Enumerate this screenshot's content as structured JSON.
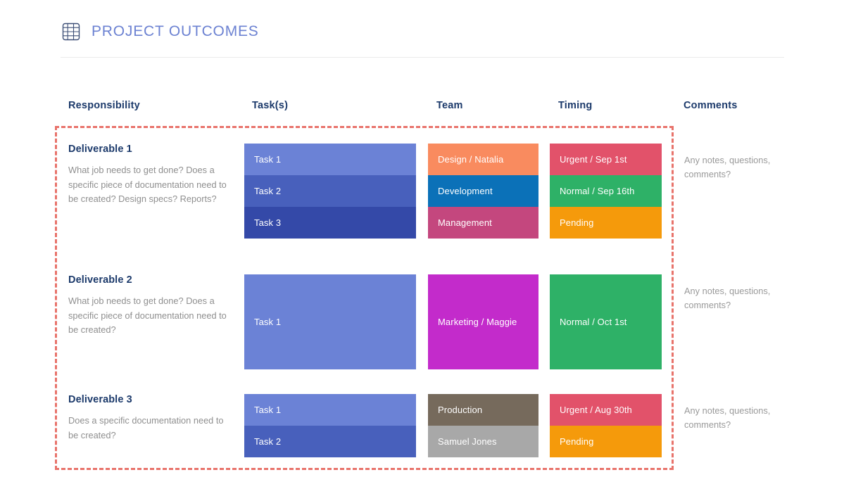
{
  "header": {
    "icon": "table-grid-icon",
    "title": "PROJECT OUTCOMES",
    "title_color": "#6c82d2"
  },
  "columns": {
    "responsibility": "Responsibility",
    "tasks": "Task(s)",
    "team": "Team",
    "timing": "Timing",
    "comments": "Comments"
  },
  "accent": {
    "dashed_border": "#e8736b",
    "header_text": "#1c3a6b",
    "body_text": "#8f8f8f"
  },
  "rows": [
    {
      "responsibility": {
        "title": "Deliverable 1",
        "description": "What job needs to get done? Does a specific piece of documentation need to be created? Design specs? Reports?"
      },
      "tasks": [
        {
          "label": "Task 1",
          "color": "#6b82d6"
        },
        {
          "label": "Task 2",
          "color": "#4860bc"
        },
        {
          "label": "Task 3",
          "color": "#3449a8"
        }
      ],
      "team": [
        {
          "label": "Design / Natalia",
          "color": "#f98b5f"
        },
        {
          "label": "Development",
          "color": "#0b71b8"
        },
        {
          "label": "Management",
          "color": "#c4477e"
        }
      ],
      "timing": [
        {
          "label": "Urgent / Sep 1st",
          "color": "#e2526a"
        },
        {
          "label": "Normal / Sep 16th",
          "color": "#2eb167"
        },
        {
          "label": "Pending",
          "color": "#f59a0b"
        }
      ],
      "comments": "Any notes, questions, comments?"
    },
    {
      "responsibility": {
        "title": "Deliverable 2",
        "description": "What job needs to get done? Does a specific piece of documentation need to be created?"
      },
      "tasks": [
        {
          "label": "Task 1",
          "color": "#6b82d6"
        }
      ],
      "team": [
        {
          "label": "Marketing / Maggie",
          "color": "#c32bcb"
        }
      ],
      "timing": [
        {
          "label": "Normal / Oct 1st",
          "color": "#2eb167"
        }
      ],
      "comments": "Any notes, questions, comments?"
    },
    {
      "responsibility": {
        "title": "Deliverable 3",
        "description": "Does a specific documentation need to be created?"
      },
      "tasks": [
        {
          "label": "Task 1",
          "color": "#6b82d6"
        },
        {
          "label": "Task 2",
          "color": "#4860bc"
        }
      ],
      "team": [
        {
          "label": "Production",
          "color": "#766a5c"
        },
        {
          "label": "Samuel Jones",
          "color": "#a8a8a8"
        }
      ],
      "timing": [
        {
          "label": "Urgent / Aug 30th",
          "color": "#e2526a"
        },
        {
          "label": "Pending",
          "color": "#f59a0b"
        }
      ],
      "comments": "Any notes, questions, comments?"
    }
  ]
}
